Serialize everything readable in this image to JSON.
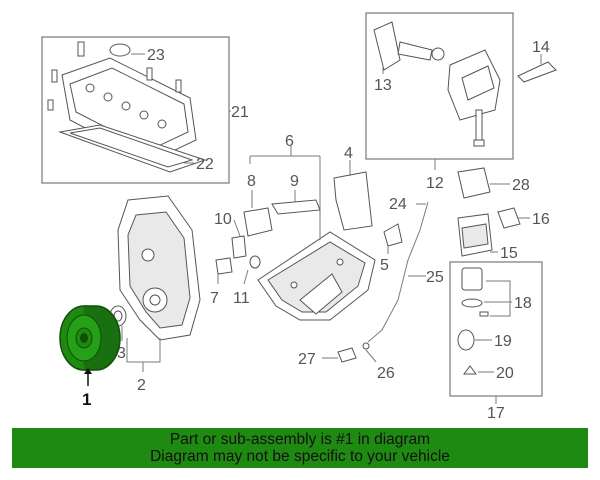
{
  "callouts": {
    "c1": "1",
    "c2": "2",
    "c3": "3",
    "c4": "4",
    "c5": "5",
    "c6": "6",
    "c7": "7",
    "c8": "8",
    "c9": "9",
    "c10": "10",
    "c11": "11",
    "c12": "12",
    "c13": "13",
    "c14": "14",
    "c15": "15",
    "c16": "16",
    "c17": "17",
    "c18": "18",
    "c19": "19",
    "c20": "20",
    "c21": "21",
    "c22": "22",
    "c23": "23",
    "c24": "24",
    "c25": "25",
    "c26": "26",
    "c27": "27",
    "c28": "28"
  },
  "highlight_part": "1",
  "colors": {
    "highlight": "#1f8a12",
    "banner": "#1f8a12",
    "line": "#7a7a7a"
  },
  "banner": {
    "line1": "Part or sub-assembly is #1 in diagram",
    "line2": "Diagram may not be specific to your vehicle"
  }
}
